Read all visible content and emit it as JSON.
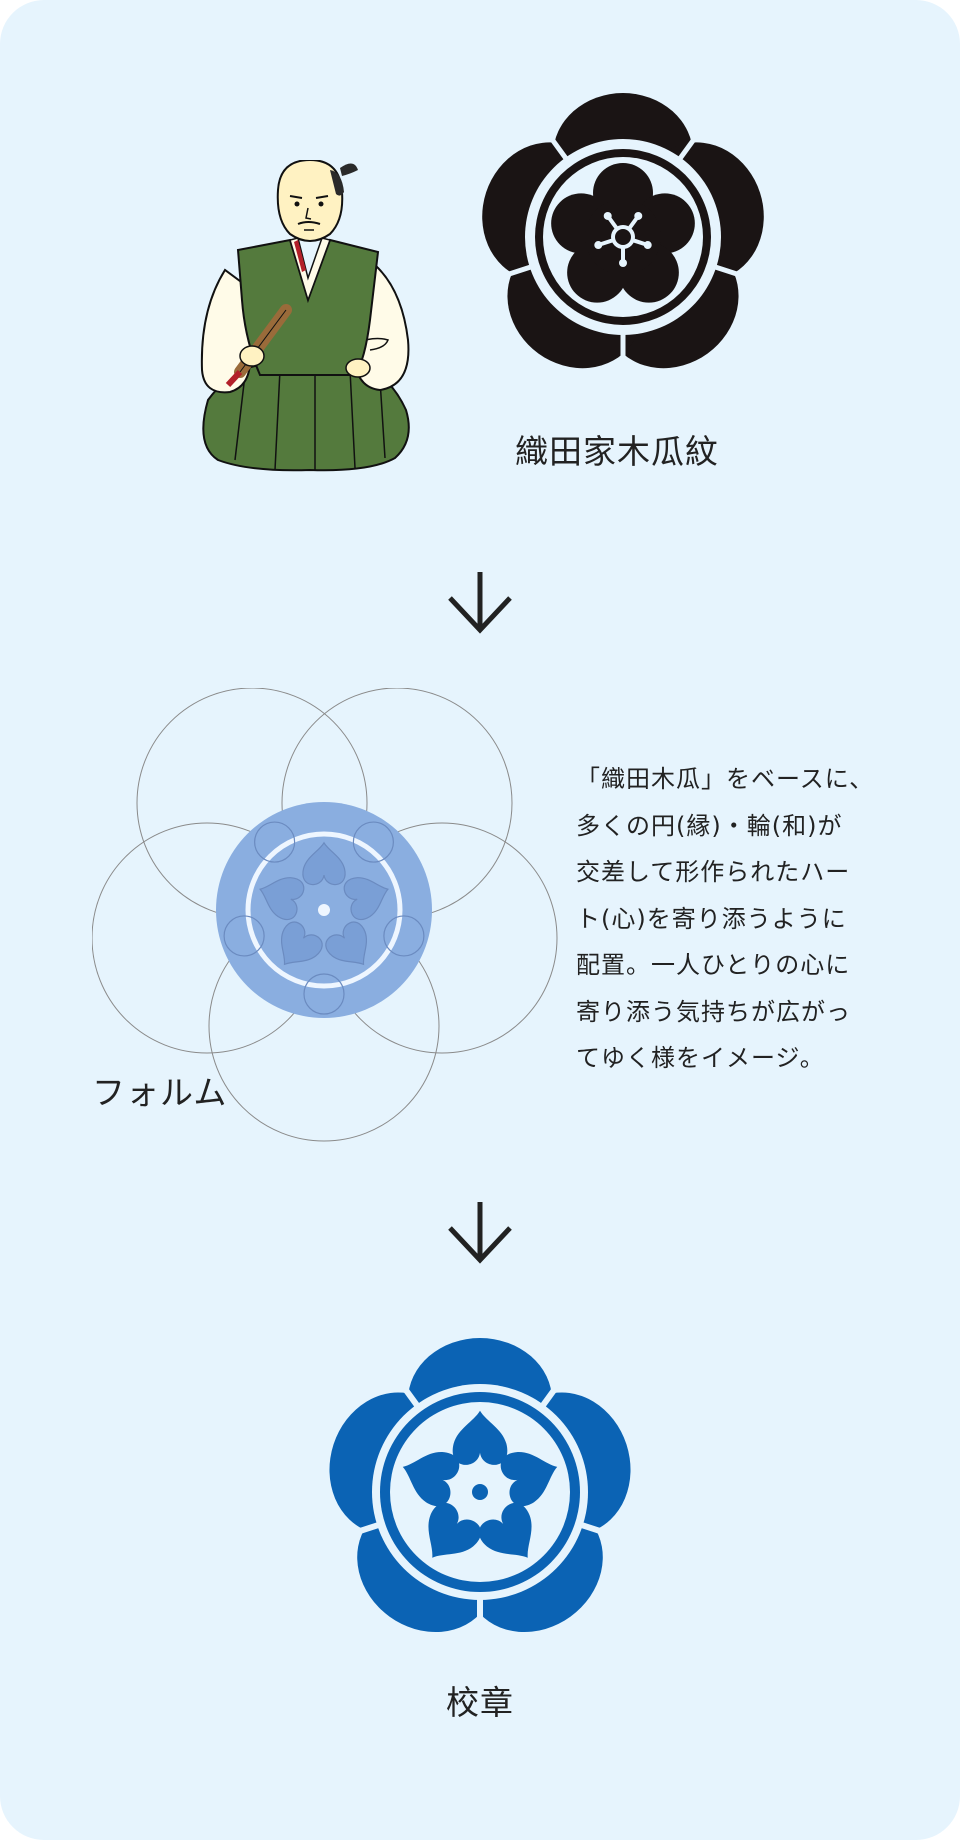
{
  "labels": {
    "oda_crest": "織田家木瓜紋",
    "form": "フォルム",
    "school_emblem": "校章"
  },
  "description": {
    "lines": [
      "「織田木瓜」をベースに、",
      "多くの円(縁)・輪(和)が",
      "交差して形作られたハー",
      "ト(心)を寄り添うように",
      "配置。一人ひとりの心に",
      "寄り添う気持ちが広がっ",
      "てゆく様をイメージ。"
    ]
  },
  "icons": {
    "samurai": "samurai-illustration",
    "oda_crest": "oda-mokko-crest",
    "arrow": "arrow-down-icon",
    "form": "construction-circles-diagram",
    "emblem": "school-emblem"
  },
  "colors": {
    "background": "#e6f4fd",
    "crest_black": "#1a1414",
    "emblem_blue": "#0b63b4",
    "form_blue": "#8aaee0",
    "text": "#222222"
  }
}
